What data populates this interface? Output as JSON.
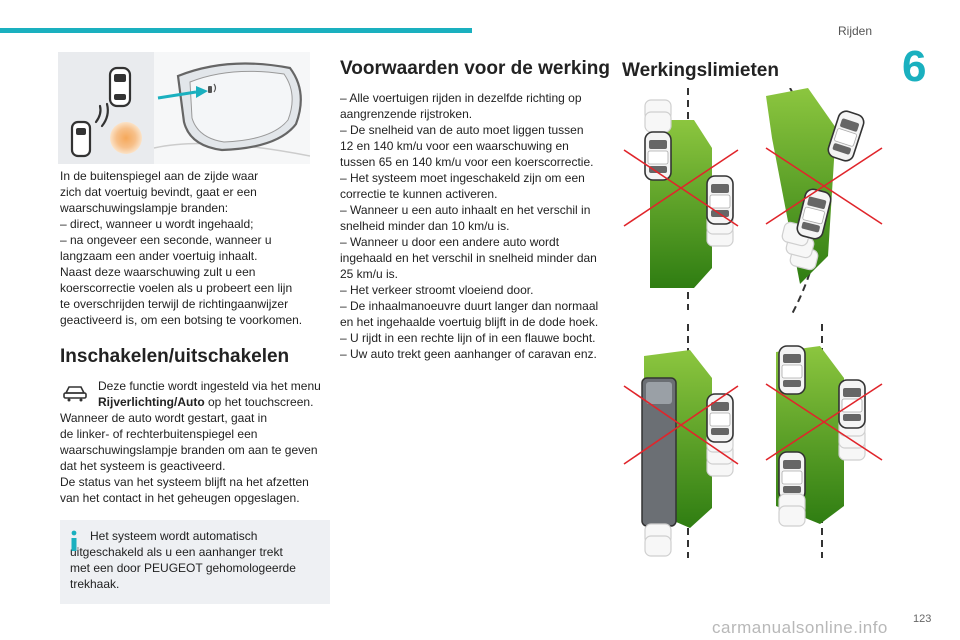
{
  "header": {
    "section": "Rijden",
    "chapter": "6"
  },
  "column1": {
    "intro": "In de buitenspiegel aan de zijde waar\nzich dat voertuig bevindt, gaat er een\nwaarschuwingslampje branden:\n– direct, wanneer u wordt ingehaald;\n– na ongeveer een seconde, wanneer u\nlangzaam een ander voertuig inhaalt.\nNaast deze waarschuwing zult u een\nkoerscorrectie voelen als u probeert een lijn\nte overschrijden terwijl de richtingaanwijzer\ngeactiveerd is, om een botsing te voorkomen.",
    "heading": "Inschakelen/uitschakelen",
    "menu_text_1": "Deze functie wordt ingesteld via het menu",
    "menu_text_bold": "Rijverlichting/Auto",
    "menu_text_2": " op het touchscreen.",
    "body": "Wanneer de auto wordt gestart, gaat in\nde linker- of rechterbuitenspiegel een\nwaarschuwingslampje branden om aan te geven\ndat het systeem is geactiveerd.\nDe status van het systeem blijft na het afzetten\nvan het contact in het geheugen opgeslagen.",
    "note": "Het systeem wordt automatisch\nuitgeschakeld als u een aanhanger trekt\nmet een door PEUGEOT gehomologeerde\ntrekhaak."
  },
  "column2": {
    "heading": "Voorwaarden voor de werking",
    "body": "– Alle voertuigen rijden in dezelfde richting op\naangrenzende rijstroken.\n– De snelheid van de auto moet liggen tussen\n12 en 140 km/u voor een waarschuwing en\ntussen 65 en 140 km/u voor een koerscorrectie.\n– Het systeem moet ingeschakeld zijn om een\ncorrectie te kunnen activeren.\n– Wanneer u een auto inhaalt en het verschil in\nsnelheid minder dan 10 km/u is.\n– Wanneer u door een andere auto wordt\ningehaald en het verschil in snelheid minder dan\n25 km/u is.\n– Het verkeer stroomt vloeiend door.\n– De inhaalmanoeuvre duurt langer dan normaal\nen het ingehaalde voertuig blijft in de dode hoek.\n– U rijdt in een rechte lijn of in een flauwe bocht.\n– Uw auto trekt geen aanhanger of caravan enz."
  },
  "column3": {
    "heading": "Werkingslimieten"
  },
  "footer": {
    "page_number": "123",
    "watermark": "carmanualsonline.info"
  },
  "colors": {
    "accent": "#1ab0bf",
    "zone_green": "#3f9a1c",
    "cross_red": "#e0252b",
    "note_bg": "#eef0f3"
  },
  "icons": {
    "menu": "car-menu-icon",
    "note": "info-icon"
  }
}
